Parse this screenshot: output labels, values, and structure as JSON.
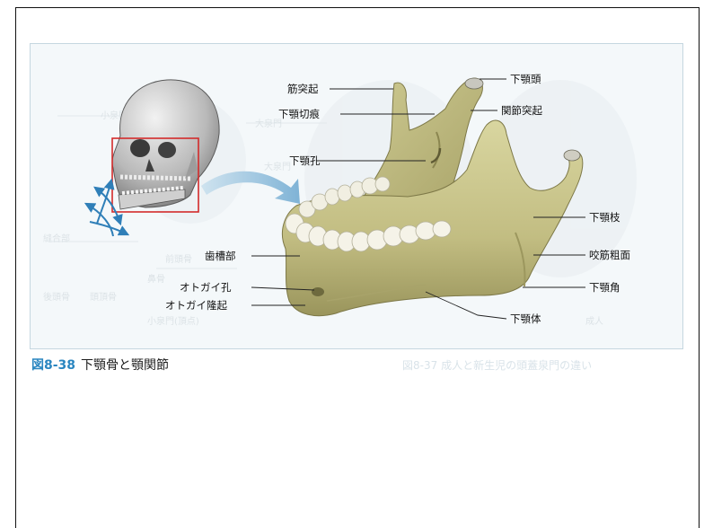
{
  "figure": {
    "number": "図8-38",
    "title": "下顎骨と顎関節"
  },
  "labels": {
    "kinkotsuki": "筋突起",
    "kagaku_setsukon": "下顎切痕",
    "kagaku_kou": "下顎孔",
    "shisoubu": "歯槽部",
    "otogai_kou": "オトガイ孔",
    "otogai_ryuki": "オトガイ隆起",
    "kagaku_tou": "下顎頭",
    "kansetsu_tokki": "関節突起",
    "kagaku_shi": "下顎枝",
    "koukin_somen": "咬筋粗面",
    "kagaku_kaku": "下顎角",
    "kagaku_tai": "下顎体"
  },
  "background_faint_text": {
    "caption_ghost": "図8-37 成人と新生児の頭蓋泉門の違い",
    "items": [
      "小泉門",
      "大泉門",
      "縫合部",
      "前頭骨",
      "後頭骨",
      "頭頂骨",
      "鼻骨",
      "大泉門",
      "成人",
      "小泉門(頂点)"
    ]
  },
  "colors": {
    "bone": "#c8c48a",
    "bone_shadow": "#8f8a52",
    "teeth": "#f3f1e4",
    "arrow": "#2f7fb8",
    "zoom_box": "#d32b2b",
    "caption_number": "#2a86c0"
  }
}
